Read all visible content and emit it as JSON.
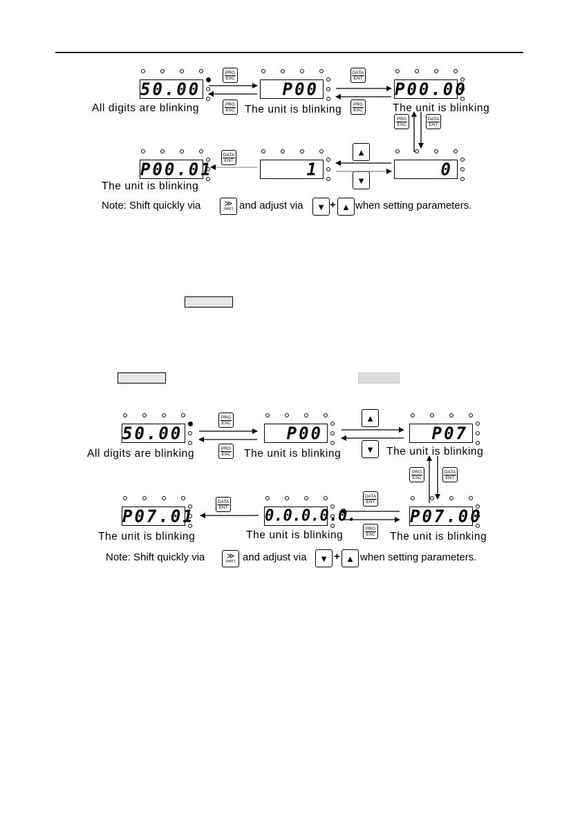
{
  "diagram1": {
    "displays": [
      "50.00",
      "P00",
      "P00.00",
      "0",
      "1",
      "P00.01"
    ],
    "captions": {
      "all_blinking": "All digits are blinking",
      "unit_blinking_a": "The unit is blinking",
      "unit_blinking_b": "The unit is blinking",
      "unit_blinking_c": "The unit is blinking"
    },
    "note": {
      "prefix": "Note: Shift quickly via",
      "middle": "and adjust via",
      "plus": "+",
      "suffix": "when setting parameters."
    }
  },
  "diagram2": {
    "displays": [
      "50.00",
      "P00",
      "P07",
      "P07.00",
      "0.0.0.0.0.",
      "P07.01"
    ],
    "captions": {
      "all_blinking": "All digits are blinking",
      "unit_blinking_a": "The unit is blinking",
      "unit_blinking_b": "The unit is blinking",
      "unit_blinking_c": "The unit is blinking",
      "unit_blinking_d": "The unit is blinking",
      "unit_blinking_e": "The unit is blinking"
    },
    "note": {
      "prefix": "Note: Shift quickly via",
      "middle": "and adjust via",
      "plus": "+",
      "suffix": "when setting parameters."
    }
  },
  "keys": {
    "prg": "PRG",
    "esc": "ESC",
    "data": "DATA",
    "ent": "ENT",
    "shift": "SHIFT",
    "shift_symbol": "≫",
    "up_symbol": "▲",
    "down_symbol": "▼"
  },
  "icons": [
    "prg-esc-key-icon",
    "data-ent-key-icon",
    "up-key-icon",
    "down-key-icon",
    "shift-key-icon",
    "arrow-icon"
  ]
}
